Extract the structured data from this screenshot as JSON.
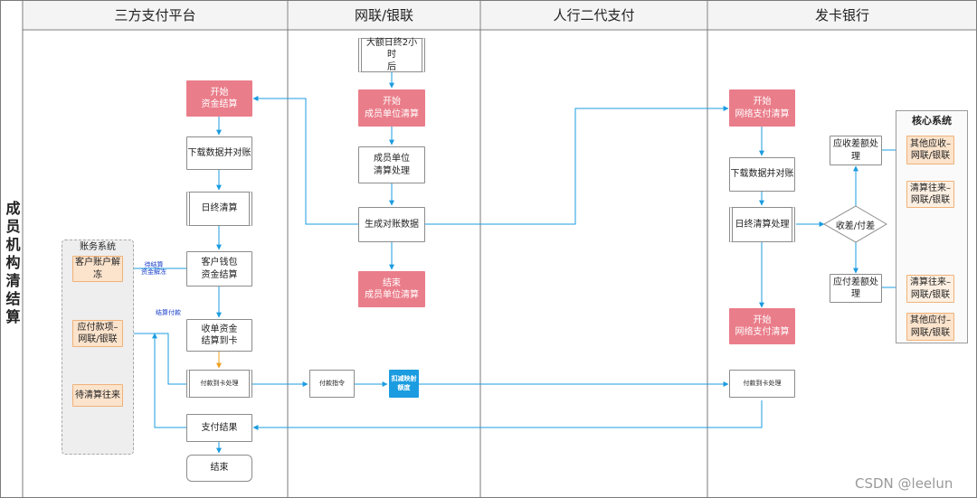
{
  "lanes": {
    "side_title": "成员机构清结算",
    "third_party": "三方支付平台",
    "unionpay": "网联/银联",
    "pboc": "人行二代支付",
    "issuer": "发卡银行"
  },
  "groups": {
    "accounting_system": "账务系统",
    "core_system": "核心系统"
  },
  "nodes": {
    "tp_start_settlement": "开始\n资金结算",
    "tp_download_reconcile": "下载数据并对账",
    "tp_daily_clearing": "日终清算",
    "tp_wallet_settlement": "客户钱包\n资金结算",
    "tp_merchant_to_card": "收单资金\n结算到卡",
    "tp_pay_to_card": "付款到卡处理",
    "tp_payment_result": "支付结果",
    "tp_end": "结束",
    "acc_unfreeze": "客户账户解\n冻",
    "acc_payable": "应付款项–\n网联/银联",
    "acc_pending": "待清算往来",
    "up_after_eod": "大额日终2小时\n后",
    "up_start_member_clearing": "开始\n成员单位清算",
    "up_member_clearing_proc": "成员单位\n清算处理",
    "up_gen_recon": "生成对账数据",
    "up_end_member_clearing": "结束\n成员单位清算",
    "up_payment_instruction": "付款指令",
    "up_deduct_quota": "扣减映射\n额度",
    "ib_start_network_clearing": "开始\n网络支付清算",
    "ib_download_reconcile": "下载数据并对账",
    "ib_eod_clearing": "日终清算处理",
    "ib_receive_pay_diff": "收差/付差",
    "ib_receivable_diff": "应收差额处理",
    "ib_payable_diff": "应付差额处理",
    "ib_start_network_clearing_2": "开始\n网络支付清算",
    "ib_pay_to_card": "付款到卡处理",
    "cs_other_receivable": "其他应收–\n网联/银联",
    "cs_clearing_1": "清算往来–\n网联/银联",
    "cs_clearing_2": "清算往来–\n网联/银联",
    "cs_other_payable": "其他应付–\n网联/银联"
  },
  "edge_labels": {
    "pending_settlement_unfreeze": "待结算\n资金解冻",
    "settlement_payment": "结算付款"
  },
  "colors": {
    "start_node": "#ea7d8a",
    "highlight_node": "#1b9ce0",
    "account_node": "#fbe3cc",
    "flow_arrow": "#1b9ce0",
    "account_arrow": "#f0a020"
  },
  "watermark": "CSDN @leelun"
}
